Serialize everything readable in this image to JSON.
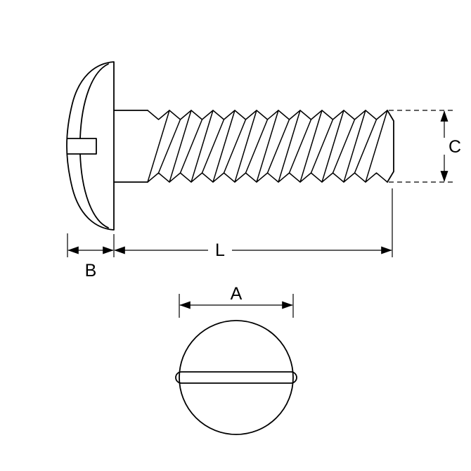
{
  "diagram": {
    "type": "technical-drawing",
    "subject": "slotted pan head machine screw, side view and top view",
    "labels": {
      "head_height": "B",
      "length": "L",
      "thread_diameter": "C",
      "head_diameter": "A"
    },
    "colors": {
      "line": "#000000",
      "background": "#ffffff"
    }
  }
}
